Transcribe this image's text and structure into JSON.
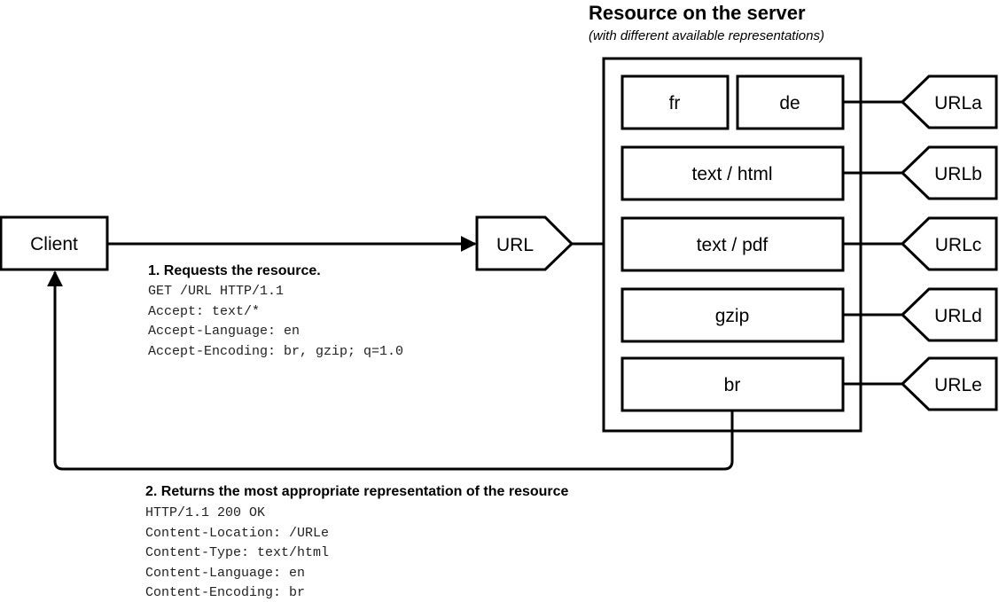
{
  "server": {
    "title": "Resource on the server",
    "subtitle": "(with different available representations)",
    "representations": {
      "fr": "fr",
      "de": "de",
      "html": "text / html",
      "pdf": "text / pdf",
      "gzip": "gzip",
      "br": "br"
    },
    "urls": [
      "URLa",
      "URLb",
      "URLc",
      "URLd",
      "URLe"
    ]
  },
  "client": {
    "label": "Client"
  },
  "url_tag": {
    "label": "URL"
  },
  "request": {
    "title": "1. Requests the resource.",
    "lines": [
      "GET /URL HTTP/1.1",
      "Accept: text/*",
      "Accept-Language: en",
      "Accept-Encoding: br, gzip; q=1.0"
    ]
  },
  "response": {
    "title": "2. Returns the most appropriate representation of the resource",
    "lines": [
      "HTTP/1.1 200 OK",
      "Content-Location: /URLe",
      "Content-Type: text/html",
      "Content-Language: en",
      "Content-Encoding: br"
    ]
  }
}
